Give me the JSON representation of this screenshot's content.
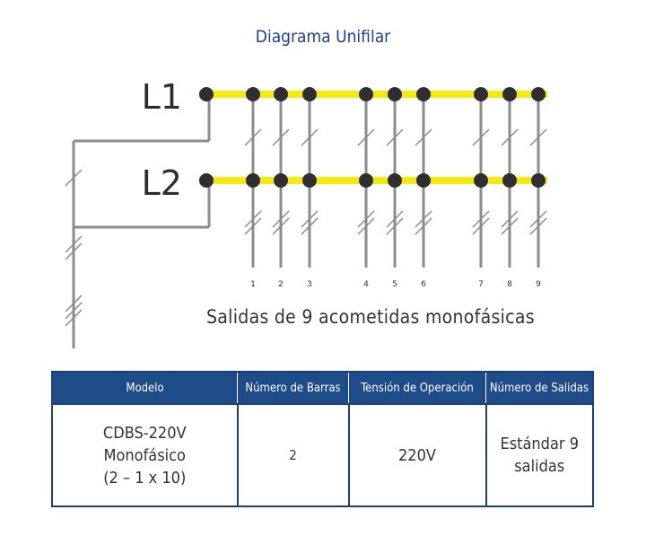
{
  "title": "Diagrama Unifilar",
  "buses": [
    {
      "label": "L1"
    },
    {
      "label": "L2"
    }
  ],
  "outputs": [
    "1",
    "2",
    "3",
    "4",
    "5",
    "6",
    "7",
    "8",
    "9"
  ],
  "subtitle": "Salidas de 9 acometidas monofásicas",
  "colors": {
    "bus": "#f5e90e",
    "node": "#2f2f2f",
    "wire": "#8c8c8c",
    "header": "#1e4c88",
    "title": "#1f3f8f"
  },
  "table": {
    "headers": [
      "Modelo",
      "Número de Barras",
      "Tensión de Operación",
      "Número de Salidas"
    ],
    "row": {
      "modelo": [
        "CDBS-220V",
        "Monofásico",
        "(2 – 1 x 10)"
      ],
      "barras": "2",
      "tension": "220V",
      "salidas": [
        "Estándar 9",
        "salidas"
      ]
    }
  }
}
